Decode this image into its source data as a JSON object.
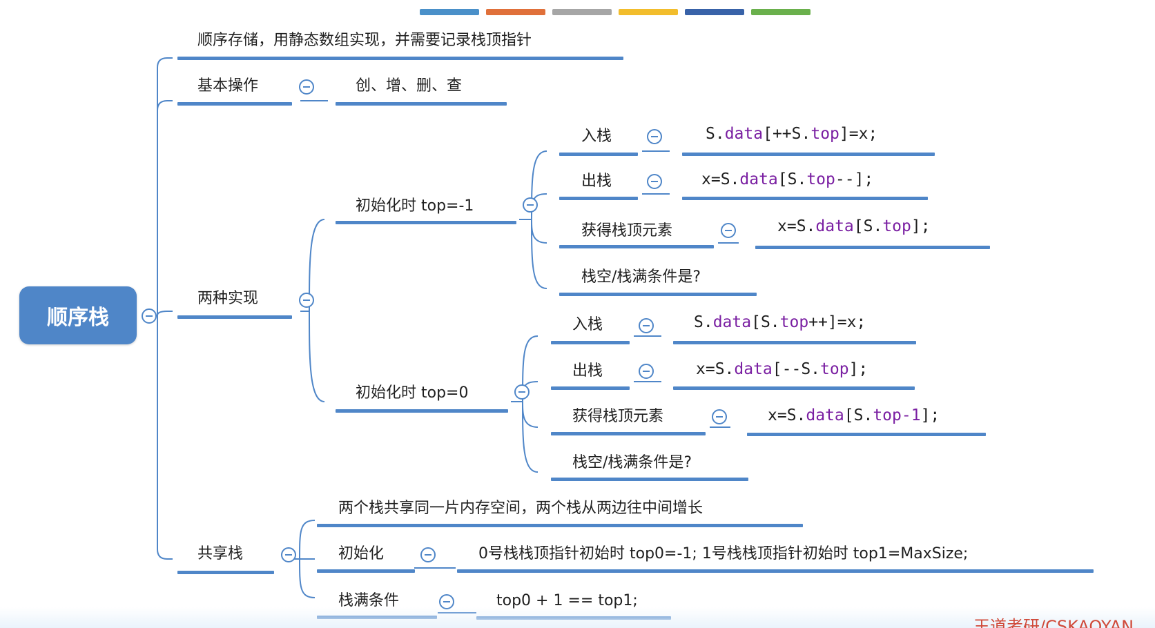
{
  "palette": [
    "#4a90c9",
    "#e0703a",
    "#a6a6a6",
    "#f2bd2c",
    "#3862a8",
    "#6ab04c"
  ],
  "root": "顺序栈",
  "n1": "顺序存储，用静态数组实现，并需要记录栈顶指针",
  "n2": "基本操作",
  "n2c": "创、增、删、查",
  "n3": "两种实现",
  "a": {
    "title": "初始化时 top=-1",
    "push": "入栈",
    "push_code": [
      "S.",
      "data",
      "[++S.",
      "top",
      "]=x;"
    ],
    "pop": "出栈",
    "pop_code": [
      "x=S.",
      "data",
      "[S.",
      "top",
      "--];"
    ],
    "get": "获得栈顶元素",
    "get_code": [
      "x=S.",
      "data",
      "[S.",
      "top",
      "];"
    ],
    "cond": "栈空/栈满条件是?"
  },
  "b": {
    "title": "初始化时 top=0",
    "push": "入栈",
    "push_code": [
      "S.",
      "data",
      "[S.",
      "top",
      "++]=x;"
    ],
    "pop": "出栈",
    "pop_code": [
      "x=S.",
      "data",
      "[--S.",
      "top",
      "];"
    ],
    "get": "获得栈顶元素",
    "get_code": [
      "x=S.",
      "data",
      "[S.",
      "top-1",
      "];"
    ],
    "cond": "栈空/栈满条件是?"
  },
  "n4": "共享栈",
  "s1": "两个栈共享同一片内存空间，两个栈从两边往中间增长",
  "s2": "初始化",
  "s2c": "0号栈栈顶指针初始时 top0=-1;   1号栈栈顶指针初始时  top1=MaxSize;",
  "s3": "栈满条件",
  "s3c": "top0 + 1 == top1;",
  "watermark": "王道考研/CSKAOYAN"
}
